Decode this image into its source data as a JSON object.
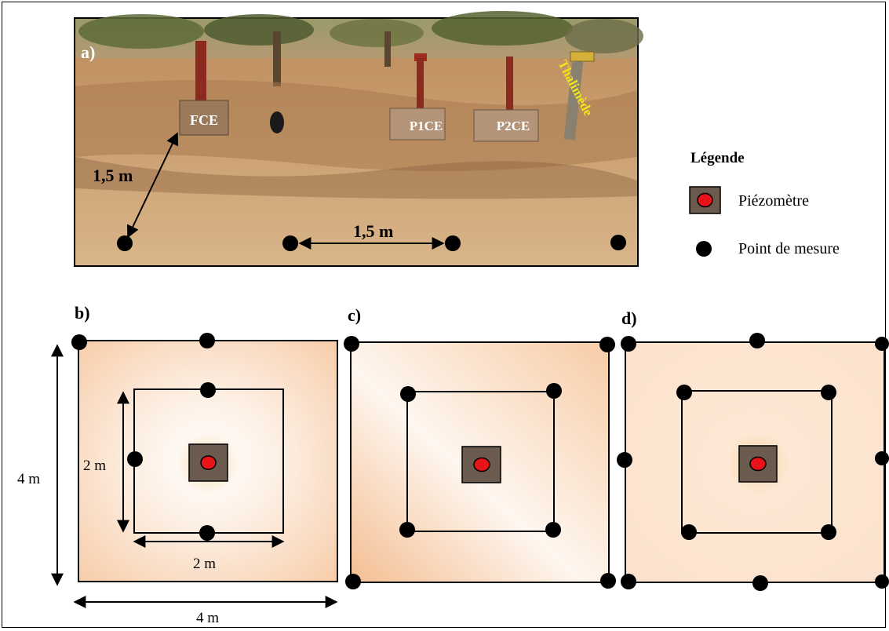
{
  "photo": {
    "panel_label": "a)",
    "labels": {
      "fce": "FCE",
      "p1ce": "P1CE",
      "p2ce": "P2CE",
      "thalimede": "Thalimède"
    },
    "dist_diag": "1,5 m",
    "dist_horiz": "1,5 m"
  },
  "legend": {
    "title": "Légende",
    "piezometer_label": "Piézomètre",
    "point_label": "Point de mesure"
  },
  "panels": {
    "b": {
      "label": "b)",
      "outer_height": "4 m",
      "outer_width": "4 m",
      "inner_height": "2 m",
      "inner_width": "2 m"
    },
    "c": {
      "label": "c)"
    },
    "d": {
      "label": "d)"
    }
  },
  "colors": {
    "piezometer_fill": "#6b5a4e",
    "piezometer_center": "#e8141a",
    "ground_gradient": "#f6c8a0",
    "thalimede_text": "#f2e51b"
  }
}
